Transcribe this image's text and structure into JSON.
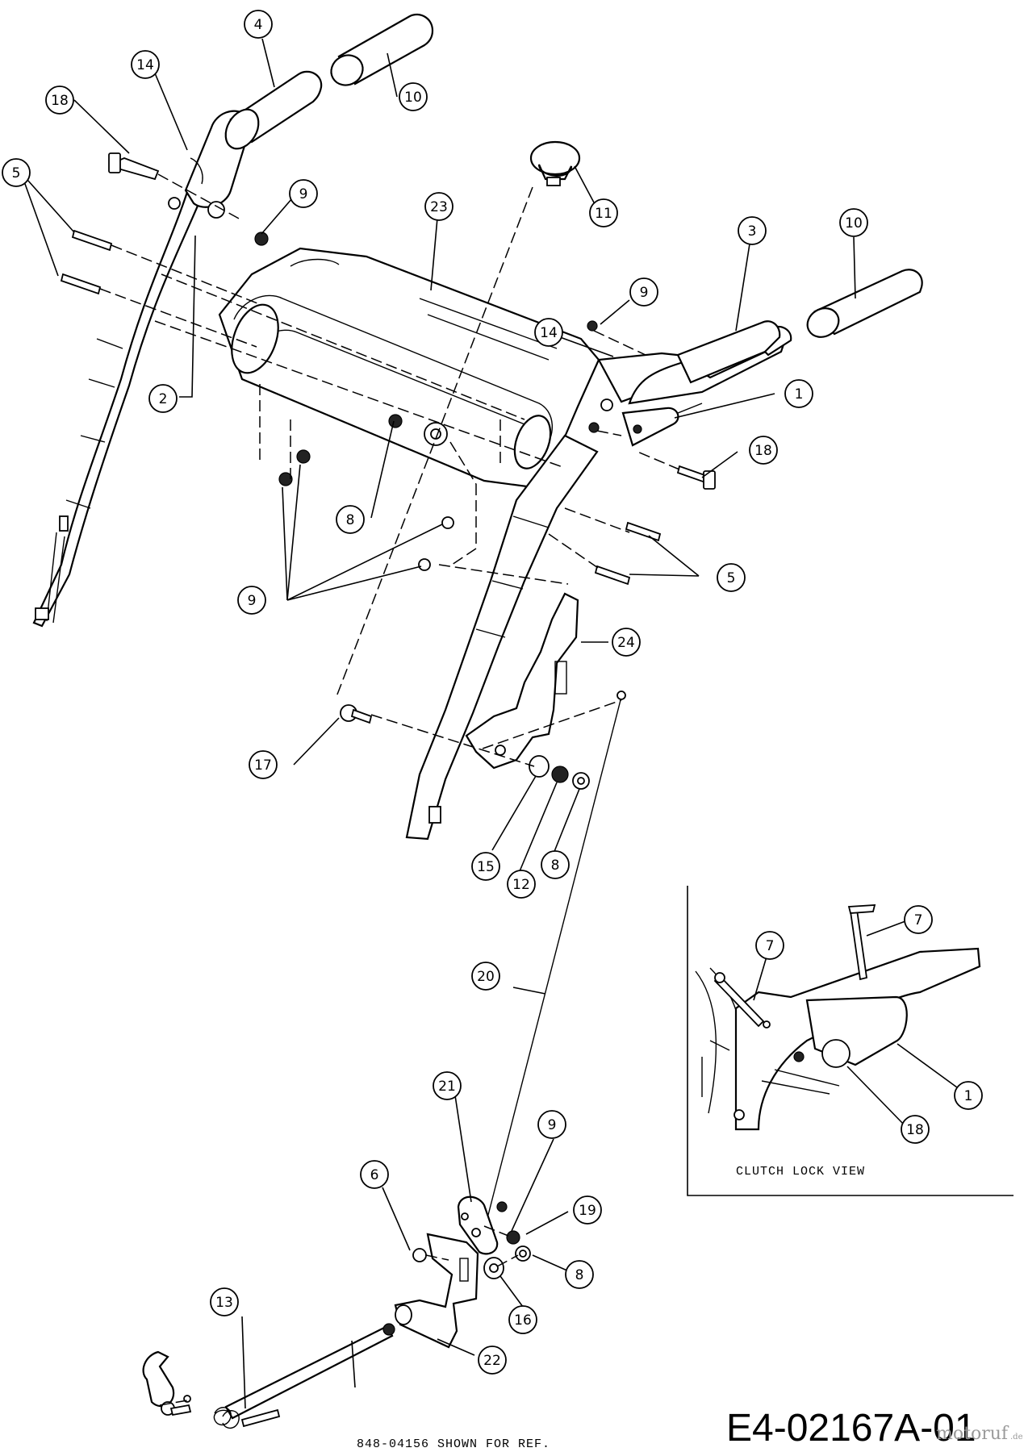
{
  "callouts": [
    {
      "id": "c4a",
      "text": "4"
    },
    {
      "id": "c14a",
      "text": "14"
    },
    {
      "id": "c18a",
      "text": "18"
    },
    {
      "id": "c10a",
      "text": "10"
    },
    {
      "id": "c5a",
      "text": "5"
    },
    {
      "id": "c9a",
      "text": "9"
    },
    {
      "id": "c23",
      "text": "23"
    },
    {
      "id": "c11",
      "text": "11"
    },
    {
      "id": "c3",
      "text": "3"
    },
    {
      "id": "c10b",
      "text": "10"
    },
    {
      "id": "c9b",
      "text": "9"
    },
    {
      "id": "c14b",
      "text": "14"
    },
    {
      "id": "c1a",
      "text": "1"
    },
    {
      "id": "c2",
      "text": "2"
    },
    {
      "id": "c18b",
      "text": "18"
    },
    {
      "id": "c8a",
      "text": "8"
    },
    {
      "id": "c5b",
      "text": "5"
    },
    {
      "id": "c9c",
      "text": "9"
    },
    {
      "id": "c24",
      "text": "24"
    },
    {
      "id": "c17",
      "text": "17"
    },
    {
      "id": "c15",
      "text": "15"
    },
    {
      "id": "c12",
      "text": "12"
    },
    {
      "id": "c8b",
      "text": "8"
    },
    {
      "id": "c20",
      "text": "20"
    },
    {
      "id": "c7a",
      "text": "7"
    },
    {
      "id": "c7b",
      "text": "7"
    },
    {
      "id": "c1b",
      "text": "1"
    },
    {
      "id": "c18c",
      "text": "18"
    },
    {
      "id": "c21",
      "text": "21"
    },
    {
      "id": "c9d",
      "text": "9"
    },
    {
      "id": "c6",
      "text": "6"
    },
    {
      "id": "c19",
      "text": "19"
    },
    {
      "id": "c8c",
      "text": "8"
    },
    {
      "id": "c16",
      "text": "16"
    },
    {
      "id": "c13",
      "text": "13"
    },
    {
      "id": "c22",
      "text": "22"
    }
  ],
  "inset_caption": "CLUTCH LOCK VIEW",
  "reference_note": "848-04156 SHOWN FOR REF.",
  "diagram_code": "E4-02167A-01",
  "watermark": {
    "brand": "motoruf",
    "suffix": ".de"
  }
}
